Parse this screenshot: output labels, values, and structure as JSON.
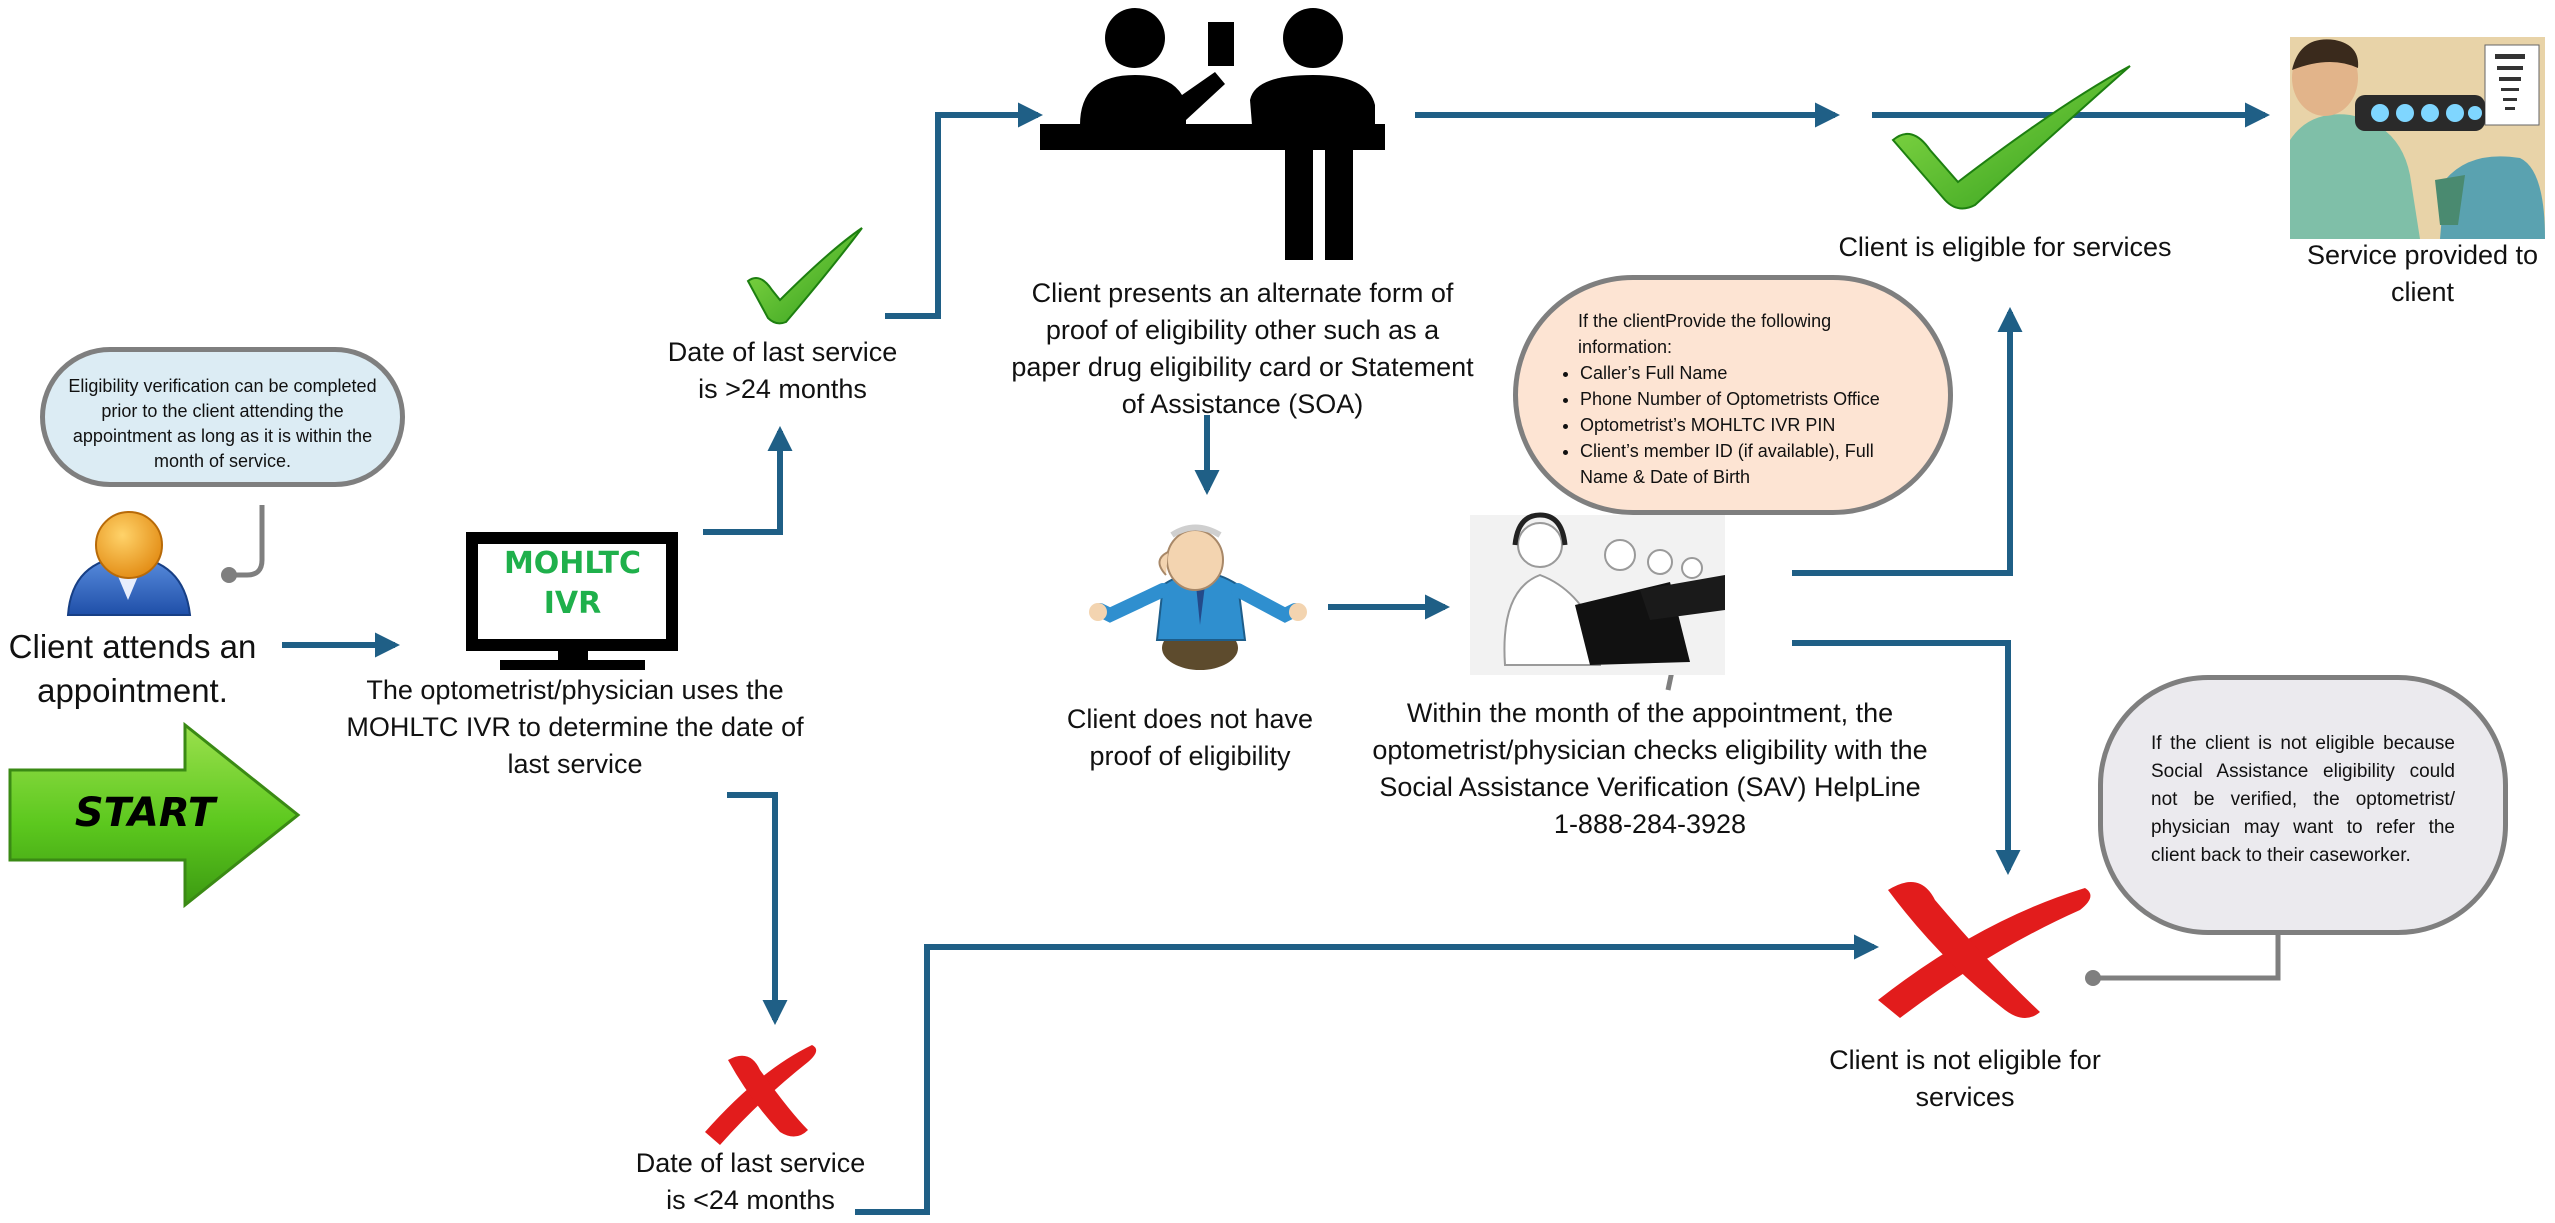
{
  "colors": {
    "arrow": "#1f5f86",
    "check_green": "#2db01a",
    "cross_red": "#e21c1c",
    "start_green": "#5cc81e",
    "screen_text": "#1fb04b",
    "bubble_blue": "#dcecf4",
    "bubble_peach": "#fde4d3",
    "bubble_gray": "#ebeaee"
  },
  "bubbles": {
    "verification_note": "Eligibility verification can be completed prior to the client attending the appointment as long as it is within the month of service.",
    "info_header": "If the clientProvide the following information:",
    "info_items": [
      "Caller’s Full Name",
      "Phone Number of Optometrists Office",
      "Optometrist’s MOHLTC IVR PIN",
      "Client’s member ID (if available), Full Name & Date of Birth"
    ],
    "not_eligible_note": "If the client is not eligible because Social Assistance eligibility could not be verified, the optometrist/ physician may want to refer the client back to their caseworker."
  },
  "start_label": "START",
  "screen_text": "MOHLTC IVR",
  "labels": {
    "client_attends": "Client attends an appointment.",
    "optometrist_uses": "The optometrist/physician uses the MOHLTC IVR to determine the date of last service",
    "last_service_over": "Date of last service is >24 months",
    "last_service_under": "Date of last service is <24 months",
    "alternate_proof": "Client presents an alternate form of proof of eligibility other such as a paper drug eligibility card or Statement of Assistance (SOA)",
    "no_proof": "Client does not have proof of eligibility",
    "sav_check": "Within the month of the appointment, the optometrist/physician checks eligibility with the Social Assistance Verification (SAV) HelpLine",
    "sav_phone": "1-888-284-3928",
    "eligible": "Client is eligible for services",
    "not_eligible": "Client is not eligible for services",
    "service_provided": "Service provided to client"
  }
}
